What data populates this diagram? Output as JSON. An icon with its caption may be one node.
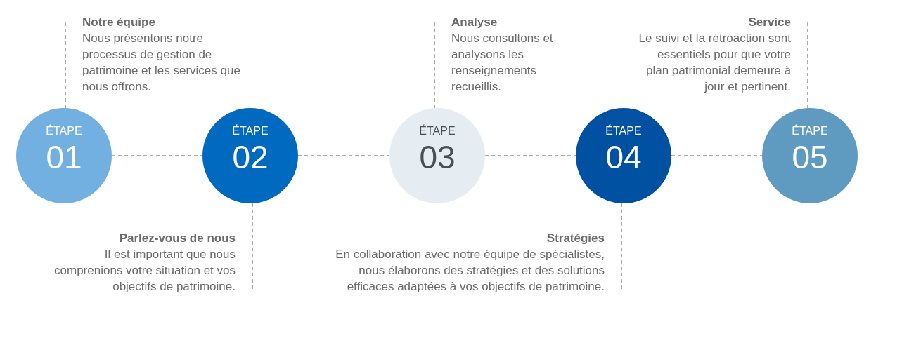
{
  "diagram": {
    "nodes": [
      {
        "text": [
          "ÉTAPE",
          "01"
        ]
      },
      {
        "text": [
          "Notre équipe",
          "Nous présentons notre processus de gestion de patrimoine et les services que nous offrons."
        ]
      },
      {
        "text": [
          "ÉTAPE",
          "02"
        ]
      },
      {
        "text": [
          "Parlez-vous de nous",
          "Il est important que nous comprenions votre situation et vos objectifs de patrimoine."
        ]
      },
      {
        "text": [
          "ÉTAPE",
          "03"
        ]
      },
      {
        "text": [
          "Analyse",
          "Nous consultons et analysons les renseignements recueillis."
        ]
      },
      {
        "text": [
          "ÉTAPE",
          "04"
        ]
      },
      {
        "text": [
          "Stratégies",
          "En collaboration avec notre équipe de spécialistes, nous élaborons des stratégies et des solutions efficaces adaptées à vos objectifs de patrimoine."
        ]
      },
      {
        "text": [
          "ÉTAPE",
          "05"
        ]
      },
      {
        "text": [
          "Service",
          "Le suivi et la rétroaction sont essentiels pour que votre plan patrimonial demeure à jour et pertinent."
        ]
      }
    ],
    "edges": [
      {
        "from": 0,
        "to": 1,
        "arrow": "none",
        "style": "dashed"
      },
      {
        "from": 0,
        "to": 2,
        "arrow": "none",
        "style": "dashed"
      },
      {
        "from": 2,
        "to": 3,
        "arrow": "none",
        "style": "dashed"
      },
      {
        "from": 2,
        "to": 4,
        "arrow": "none",
        "style": "dashed"
      },
      {
        "from": 4,
        "to": 5,
        "arrow": "none",
        "style": "dashed"
      },
      {
        "from": 4,
        "to": 6,
        "arrow": "none",
        "style": "dashed"
      },
      {
        "from": 6,
        "to": 7,
        "arrow": "none",
        "style": "dashed"
      },
      {
        "from": 6,
        "to": 8,
        "arrow": "none",
        "style": "dashed"
      },
      {
        "from": 8,
        "to": 9,
        "arrow": "none",
        "style": "dashed"
      }
    ]
  }
}
